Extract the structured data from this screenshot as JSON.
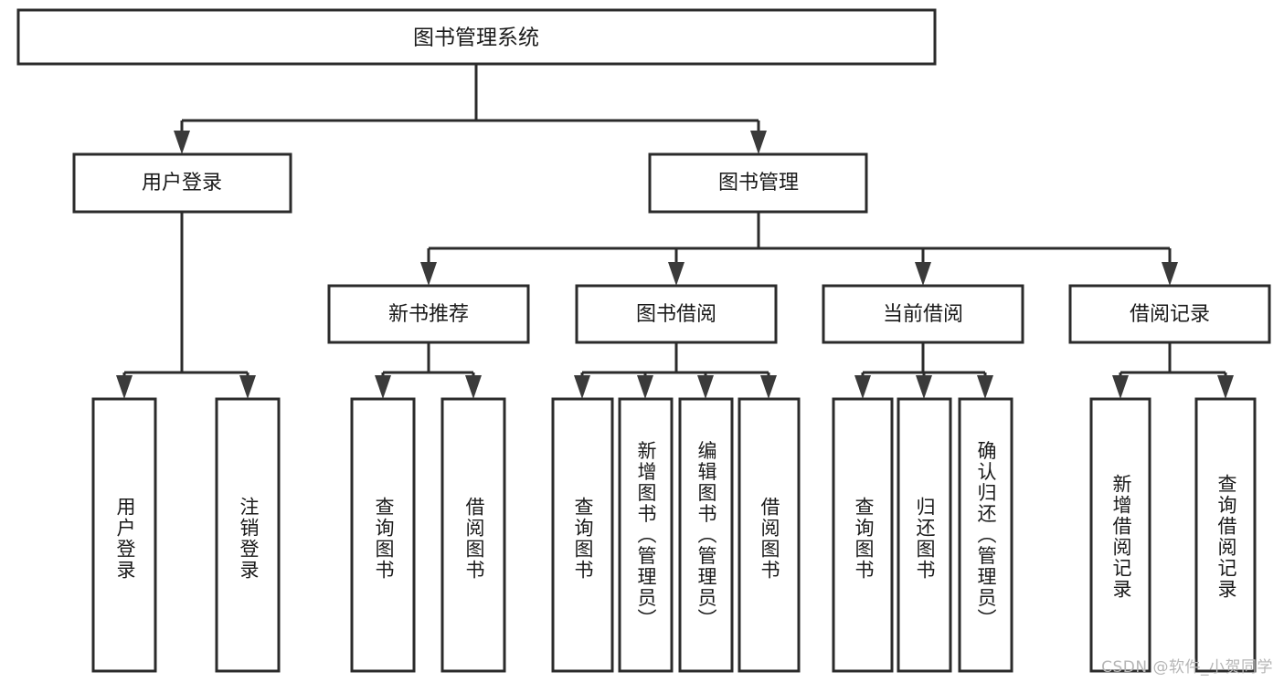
{
  "diagram": {
    "type": "tree-hierarchy-chart",
    "title": "图书管理系统",
    "root": {
      "id": "root",
      "label": "图书管理系统"
    },
    "level1": [
      {
        "id": "user-login",
        "label": "用户登录"
      },
      {
        "id": "book-manage",
        "label": "图书管理"
      }
    ],
    "level2": [
      {
        "id": "new-book-recommend",
        "label": "新书推荐",
        "parent": "book-manage"
      },
      {
        "id": "book-borrow",
        "label": "图书借阅",
        "parent": "book-manage"
      },
      {
        "id": "current-borrow",
        "label": "当前借阅",
        "parent": "book-manage"
      },
      {
        "id": "borrow-record",
        "label": "借阅记录",
        "parent": "book-manage"
      }
    ],
    "leaves": {
      "user-login": [
        {
          "id": "leaf-user-login",
          "label": "用户登录"
        },
        {
          "id": "leaf-logout",
          "label": "注销登录"
        }
      ],
      "new-book-recommend": [
        {
          "id": "leaf-query-book-1",
          "label": "查询图书"
        },
        {
          "id": "leaf-borrow-book-1",
          "label": "借阅图书"
        }
      ],
      "book-borrow": [
        {
          "id": "leaf-query-book-2",
          "label": "查询图书"
        },
        {
          "id": "leaf-add-book",
          "label": "新增图书（管理员）"
        },
        {
          "id": "leaf-edit-book",
          "label": "编辑图书（管理员）"
        },
        {
          "id": "leaf-borrow-book-2",
          "label": "借阅图书"
        }
      ],
      "current-borrow": [
        {
          "id": "leaf-query-book-3",
          "label": "查询图书"
        },
        {
          "id": "leaf-return-book",
          "label": "归还图书"
        },
        {
          "id": "leaf-confirm-return",
          "label": "确认归还（管理员）"
        }
      ],
      "borrow-record": [
        {
          "id": "leaf-add-record",
          "label": "新增借阅记录"
        },
        {
          "id": "leaf-query-record",
          "label": "查询借阅记录"
        }
      ]
    },
    "colors": {
      "box_fill": "#ffffff",
      "box_stroke": "#2b2b2b",
      "text": "#1a1a1a",
      "background": "#ffffff",
      "watermark": "#b6b6b6"
    }
  },
  "watermark": {
    "text": "CSDN @软件_小贺同学"
  }
}
